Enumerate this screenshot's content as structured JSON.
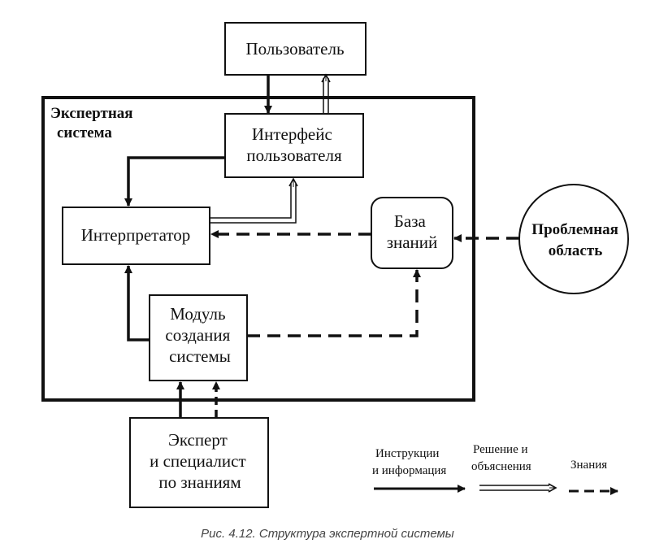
{
  "system_label": [
    "Экспертная",
    "система"
  ],
  "nodes": {
    "user": [
      "Пользователь"
    ],
    "interface": [
      "Интерфейс",
      "пользователя"
    ],
    "interpreter": [
      "Интерпретатор"
    ],
    "knowledge_base": [
      "База",
      "знаний"
    ],
    "problem_area": [
      "Проблемная",
      "область"
    ],
    "builder": [
      "Модуль",
      "создания",
      "системы"
    ],
    "expert": [
      "Эксперт",
      "и специалист",
      "по знаниям"
    ]
  },
  "legend": [
    {
      "type": "solid",
      "text": [
        "Инструкции",
        "и информация"
      ]
    },
    {
      "type": "double",
      "text": [
        "Решение и",
        "объяснения"
      ]
    },
    {
      "type": "dashed",
      "text": [
        "Знания"
      ]
    }
  ],
  "caption": "Рис. 4.12. Структура экспертной системы"
}
